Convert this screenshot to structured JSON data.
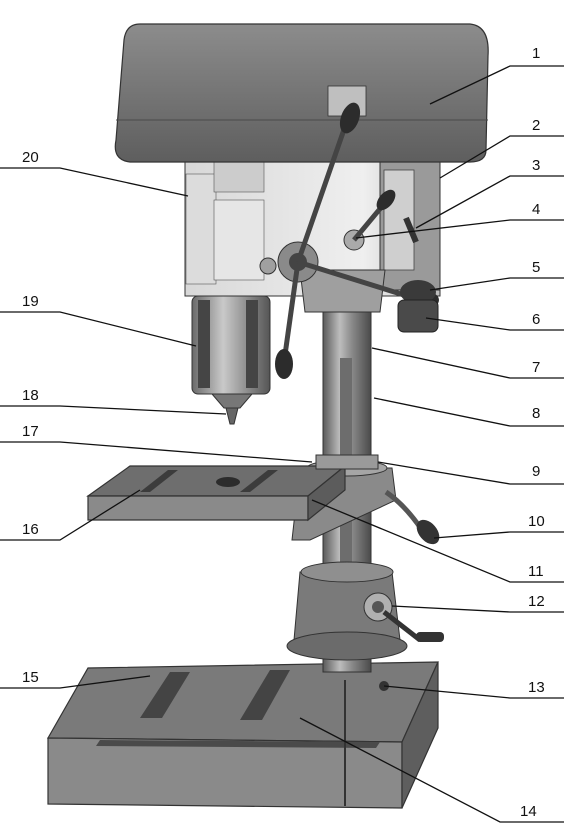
{
  "diagram": {
    "callouts": [
      {
        "id": "1",
        "label": "1"
      },
      {
        "id": "2",
        "label": "2"
      },
      {
        "id": "3",
        "label": "3"
      },
      {
        "id": "4",
        "label": "4"
      },
      {
        "id": "5",
        "label": "5"
      },
      {
        "id": "6",
        "label": "6"
      },
      {
        "id": "7",
        "label": "7"
      },
      {
        "id": "8",
        "label": "8"
      },
      {
        "id": "9",
        "label": "9"
      },
      {
        "id": "10",
        "label": "10"
      },
      {
        "id": "11",
        "label": "11"
      },
      {
        "id": "12",
        "label": "12"
      },
      {
        "id": "13",
        "label": "13"
      },
      {
        "id": "14",
        "label": "14"
      },
      {
        "id": "15",
        "label": "15"
      },
      {
        "id": "16",
        "label": "16"
      },
      {
        "id": "17",
        "label": "17"
      },
      {
        "id": "18",
        "label": "18"
      },
      {
        "id": "19",
        "label": "19"
      },
      {
        "id": "20",
        "label": "20"
      }
    ],
    "colors": {
      "light": "#e4e4e4",
      "mid": "#9a9a9a",
      "dark": "#5f5f5f",
      "darker": "#3c3c3c",
      "ink": "#111111"
    }
  }
}
